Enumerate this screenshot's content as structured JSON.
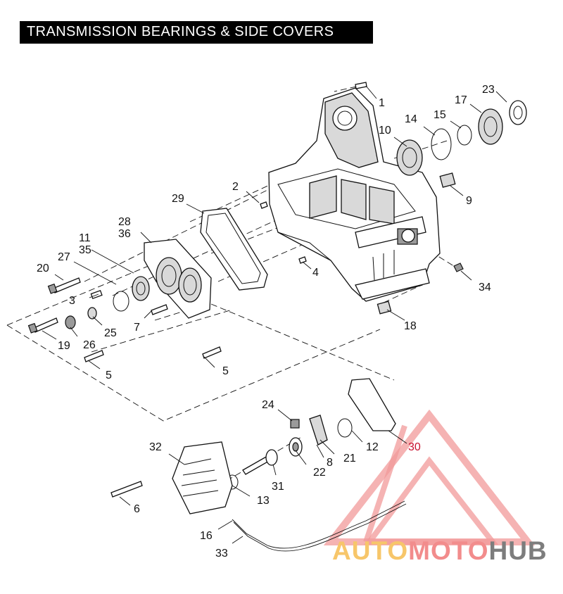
{
  "title": "TRANSMISSION BEARINGS & SIDE COVERS",
  "watermark": {
    "parts": [
      "AUTO",
      "MOTO",
      "HUB"
    ],
    "colors": [
      "#f7c66a",
      "#f28c8c",
      "#7d7d7d"
    ],
    "logo_color": "#f29a9a"
  },
  "callouts": [
    {
      "id": "c1",
      "label": "1"
    },
    {
      "id": "c2",
      "label": "2"
    },
    {
      "id": "c3",
      "label": "3"
    },
    {
      "id": "c4",
      "label": "4"
    },
    {
      "id": "c5a",
      "label": "5"
    },
    {
      "id": "c5b",
      "label": "5"
    },
    {
      "id": "c6",
      "label": "6"
    },
    {
      "id": "c7",
      "label": "7"
    },
    {
      "id": "c8",
      "label": "8"
    },
    {
      "id": "c9",
      "label": "9"
    },
    {
      "id": "c10",
      "label": "10"
    },
    {
      "id": "c11",
      "label": "11"
    },
    {
      "id": "c35",
      "label": "35"
    },
    {
      "id": "c12",
      "label": "12"
    },
    {
      "id": "c13",
      "label": "13"
    },
    {
      "id": "c14",
      "label": "14"
    },
    {
      "id": "c15",
      "label": "15"
    },
    {
      "id": "c16",
      "label": "16"
    },
    {
      "id": "c17",
      "label": "17"
    },
    {
      "id": "c18",
      "label": "18"
    },
    {
      "id": "c19",
      "label": "19"
    },
    {
      "id": "c20",
      "label": "20"
    },
    {
      "id": "c21",
      "label": "21"
    },
    {
      "id": "c22",
      "label": "22"
    },
    {
      "id": "c23",
      "label": "23"
    },
    {
      "id": "c24",
      "label": "24"
    },
    {
      "id": "c25",
      "label": "25"
    },
    {
      "id": "c26",
      "label": "26"
    },
    {
      "id": "c27",
      "label": "27"
    },
    {
      "id": "c28",
      "label": "28"
    },
    {
      "id": "c36",
      "label": "36"
    },
    {
      "id": "c29",
      "label": "29"
    },
    {
      "id": "c30",
      "label": "30"
    },
    {
      "id": "c31",
      "label": "31"
    },
    {
      "id": "c32",
      "label": "32"
    },
    {
      "id": "c33",
      "label": "33"
    },
    {
      "id": "c34",
      "label": "34"
    }
  ]
}
